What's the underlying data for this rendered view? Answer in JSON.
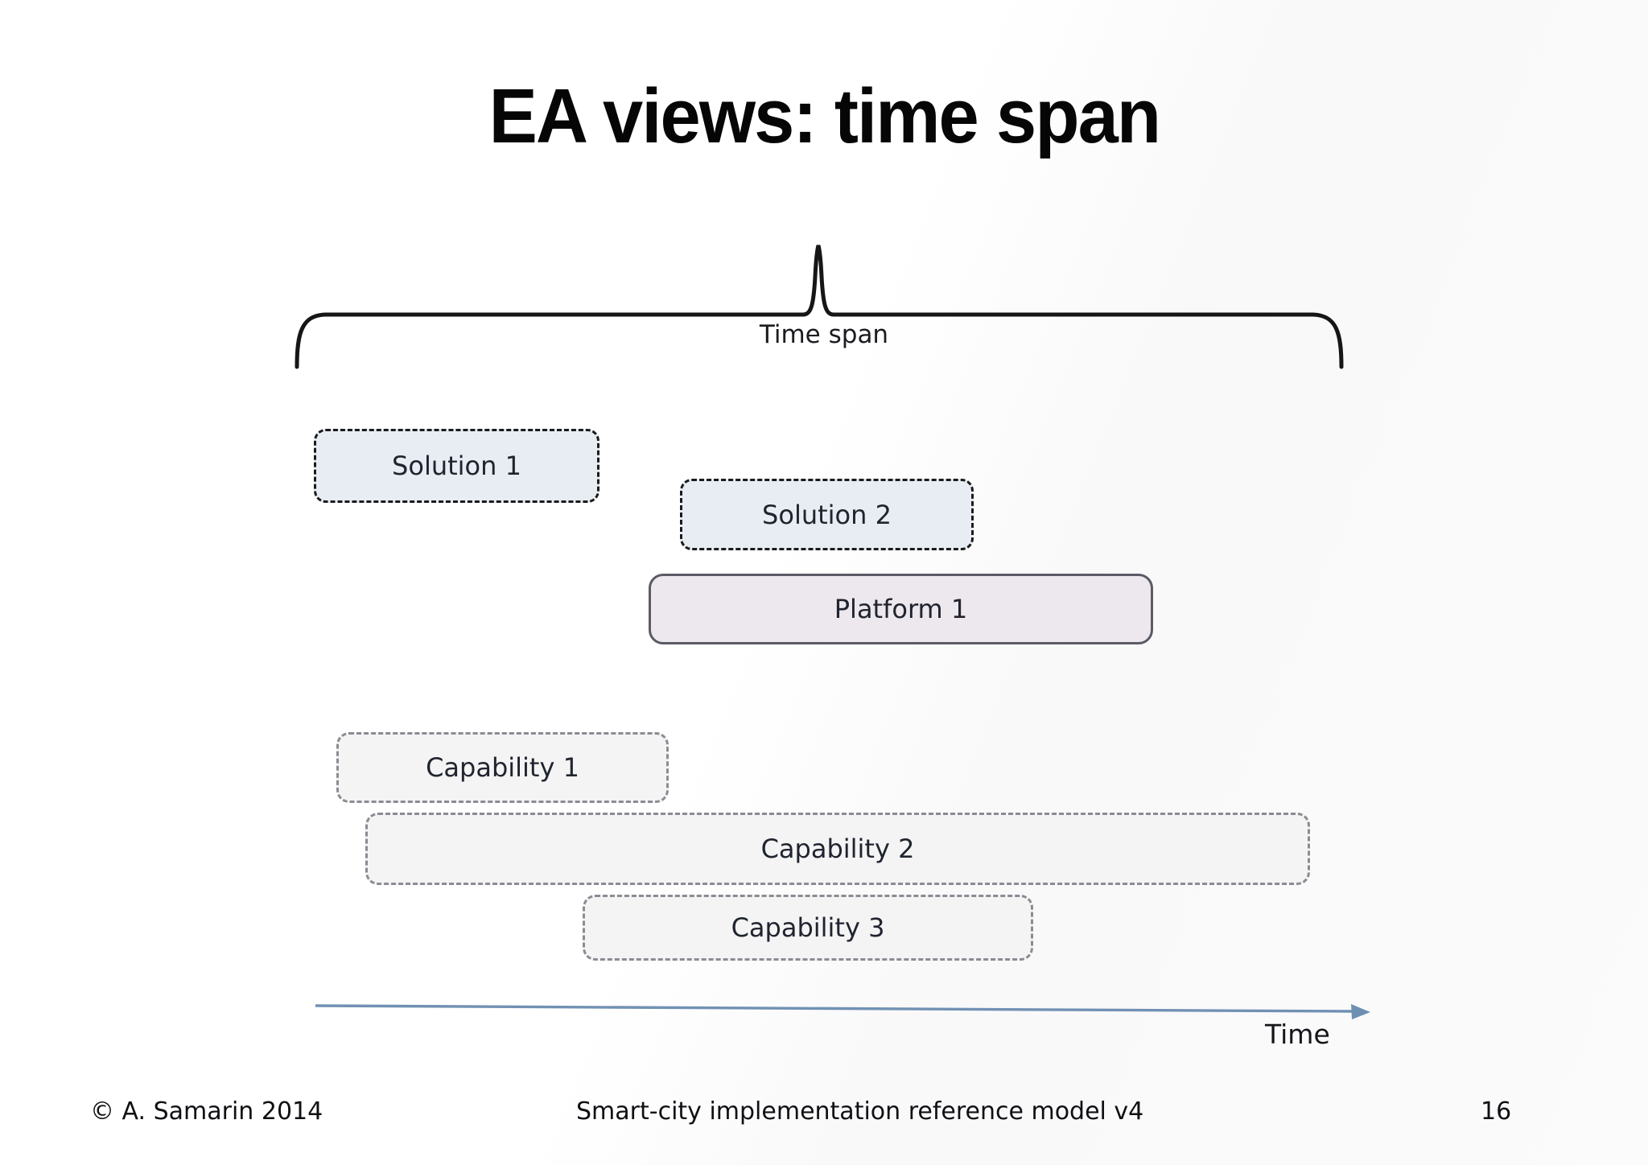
{
  "title": "EA views: time span",
  "brace": {
    "label": "Time span"
  },
  "boxes": [
    {
      "id": "solution-1",
      "label": "Solution 1"
    },
    {
      "id": "solution-2",
      "label": "Solution 2"
    },
    {
      "id": "platform-1",
      "label": "Platform 1"
    },
    {
      "id": "capability-1",
      "label": "Capability 1"
    },
    {
      "id": "capability-2",
      "label": "Capability 2"
    },
    {
      "id": "capability-3",
      "label": "Capability 3"
    }
  ],
  "axis": {
    "label": "Time"
  },
  "footer": {
    "copyright": "© A. Samarin 2014",
    "center": "Smart-city implementation reference model v4",
    "page": "16"
  },
  "colors": {
    "solution_fill": "#e8edf3",
    "solution_border": "#1b1b1b",
    "platform_fill": "#ede7ee",
    "platform_border": "#5b5b66",
    "capability_fill": "#f4f4f5",
    "capability_border": "#8b8b93",
    "axis_line": "#7191b3",
    "brace_line": "#161616",
    "text": "#20242e"
  }
}
